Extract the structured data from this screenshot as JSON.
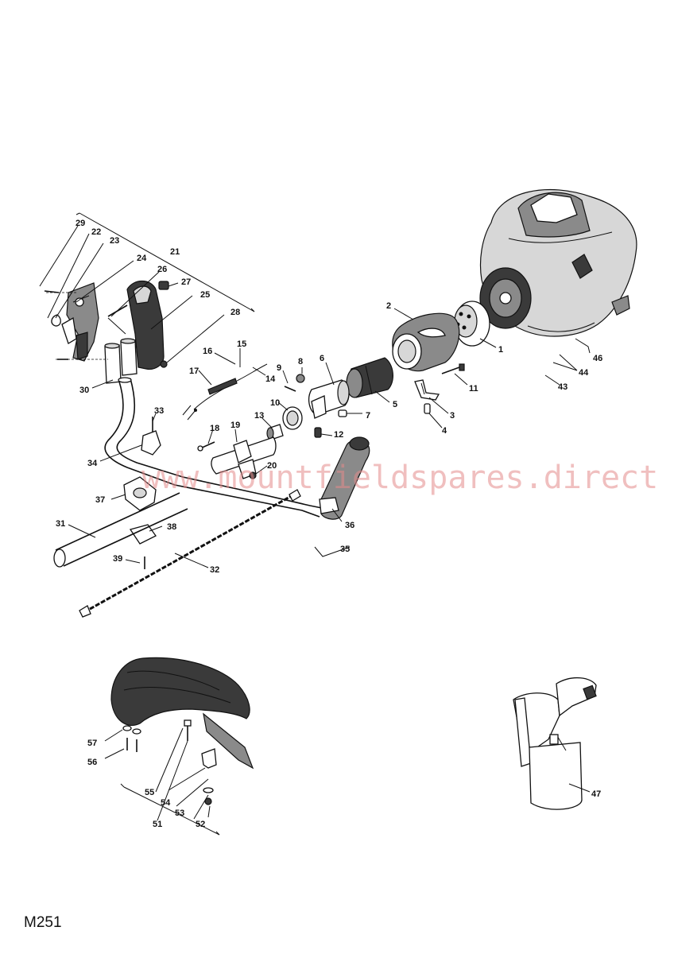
{
  "diagram": {
    "code": "M251",
    "watermark": "www.mountfieldspares.direct",
    "callouts": [
      "1",
      "2",
      "3",
      "4",
      "5",
      "6",
      "7",
      "8",
      "9",
      "10",
      "11",
      "12",
      "13",
      "14",
      "15",
      "16",
      "17",
      "18",
      "19",
      "20",
      "21",
      "22",
      "23",
      "24",
      "25",
      "26",
      "27",
      "28",
      "29",
      "30",
      "31",
      "32",
      "33",
      "34",
      "35",
      "36",
      "37",
      "38",
      "39",
      "43",
      "44",
      "46",
      "47",
      "51",
      "52",
      "53",
      "54",
      "55",
      "56",
      "57"
    ]
  }
}
